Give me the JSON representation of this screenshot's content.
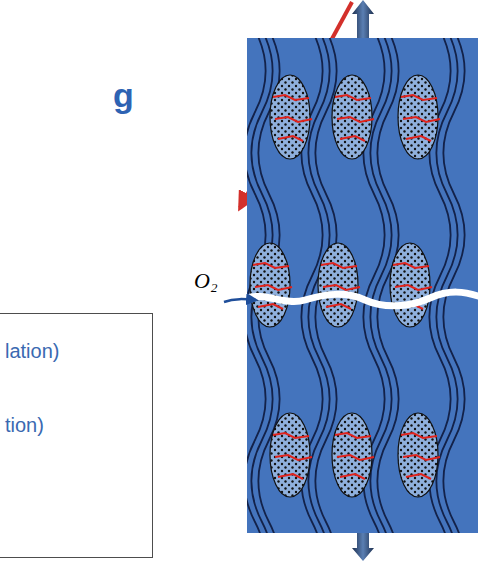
{
  "diagram": {
    "title": "g",
    "nodes": [
      {
        "text": [
          "lation)",
          "tion)"
        ]
      }
    ],
    "labels": [
      "O₂"
    ]
  }
}
